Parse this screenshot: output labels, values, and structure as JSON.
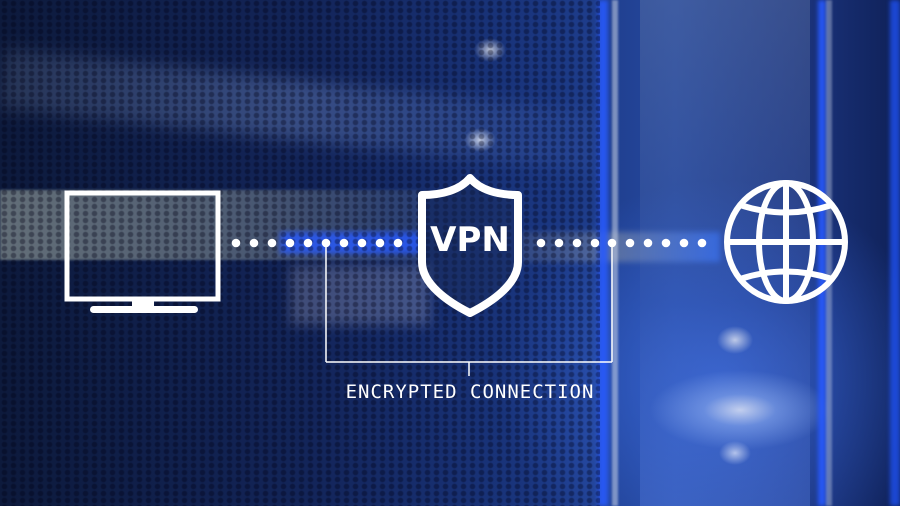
{
  "diagram": {
    "nodes": {
      "client": {
        "icon": "monitor-icon",
        "label": ""
      },
      "vpn": {
        "icon": "shield-icon",
        "label": "VPN"
      },
      "internet": {
        "icon": "globe-icon",
        "label": ""
      }
    },
    "connections": [
      {
        "from": "client",
        "to": "vpn",
        "style": "dotted",
        "dot_count": 10
      },
      {
        "from": "vpn",
        "to": "internet",
        "style": "dotted",
        "dot_count": 10
      }
    ],
    "bracket_label": "ENCRYPTED CONNECTION"
  },
  "colors": {
    "foreground": "#ffffff",
    "background_dark": "#0d1a3c",
    "background_accent": "#2a5cff"
  }
}
